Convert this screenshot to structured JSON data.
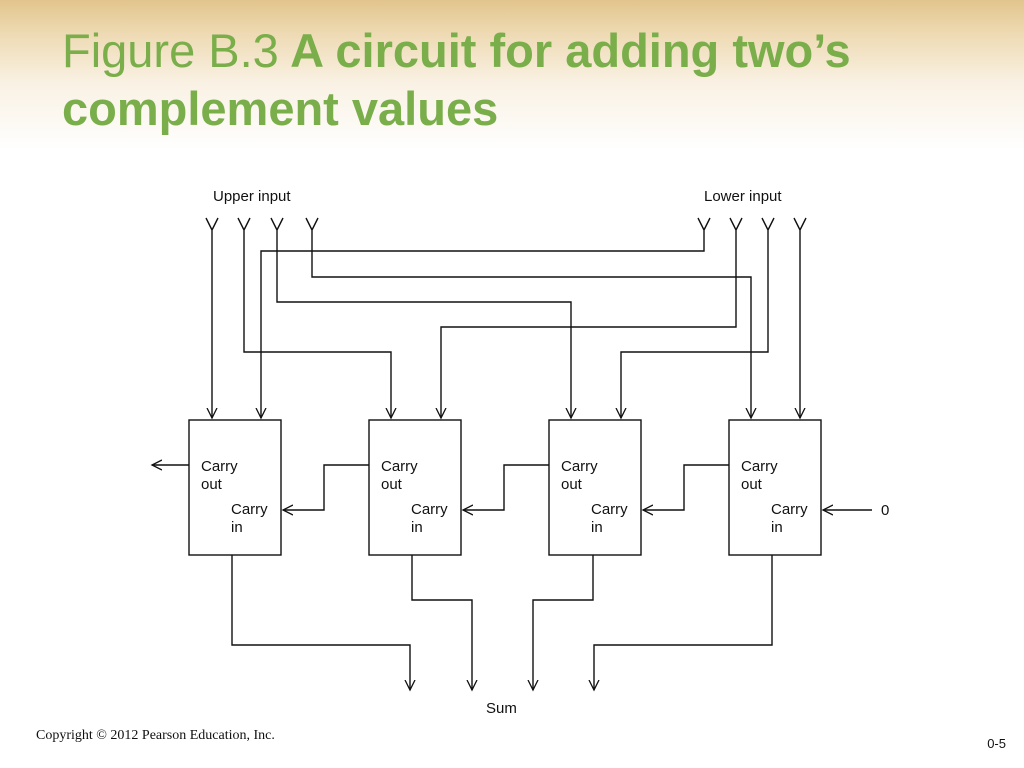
{
  "slide": {
    "title_prefix": "Figure B.3",
    "title_main": "A circuit for adding two’s complement values",
    "footer": "Copyright © 2012 Pearson Education, Inc.",
    "page_number": "0-5"
  },
  "diagram": {
    "upper_input_label": "Upper input",
    "lower_input_label": "Lower input",
    "sum_label": "Sum",
    "carry_in_constant": "0",
    "adders": [
      {
        "carry_out_line1": "Carry",
        "carry_out_line2": "out",
        "carry_in_line1": "Carry",
        "carry_in_line2": "in"
      },
      {
        "carry_out_line1": "Carry",
        "carry_out_line2": "out",
        "carry_in_line1": "Carry",
        "carry_in_line2": "in"
      },
      {
        "carry_out_line1": "Carry",
        "carry_out_line2": "out",
        "carry_in_line1": "Carry",
        "carry_in_line2": "in"
      },
      {
        "carry_out_line1": "Carry",
        "carry_out_line2": "out",
        "carry_in_line1": "Carry",
        "carry_in_line2": "in"
      }
    ]
  }
}
